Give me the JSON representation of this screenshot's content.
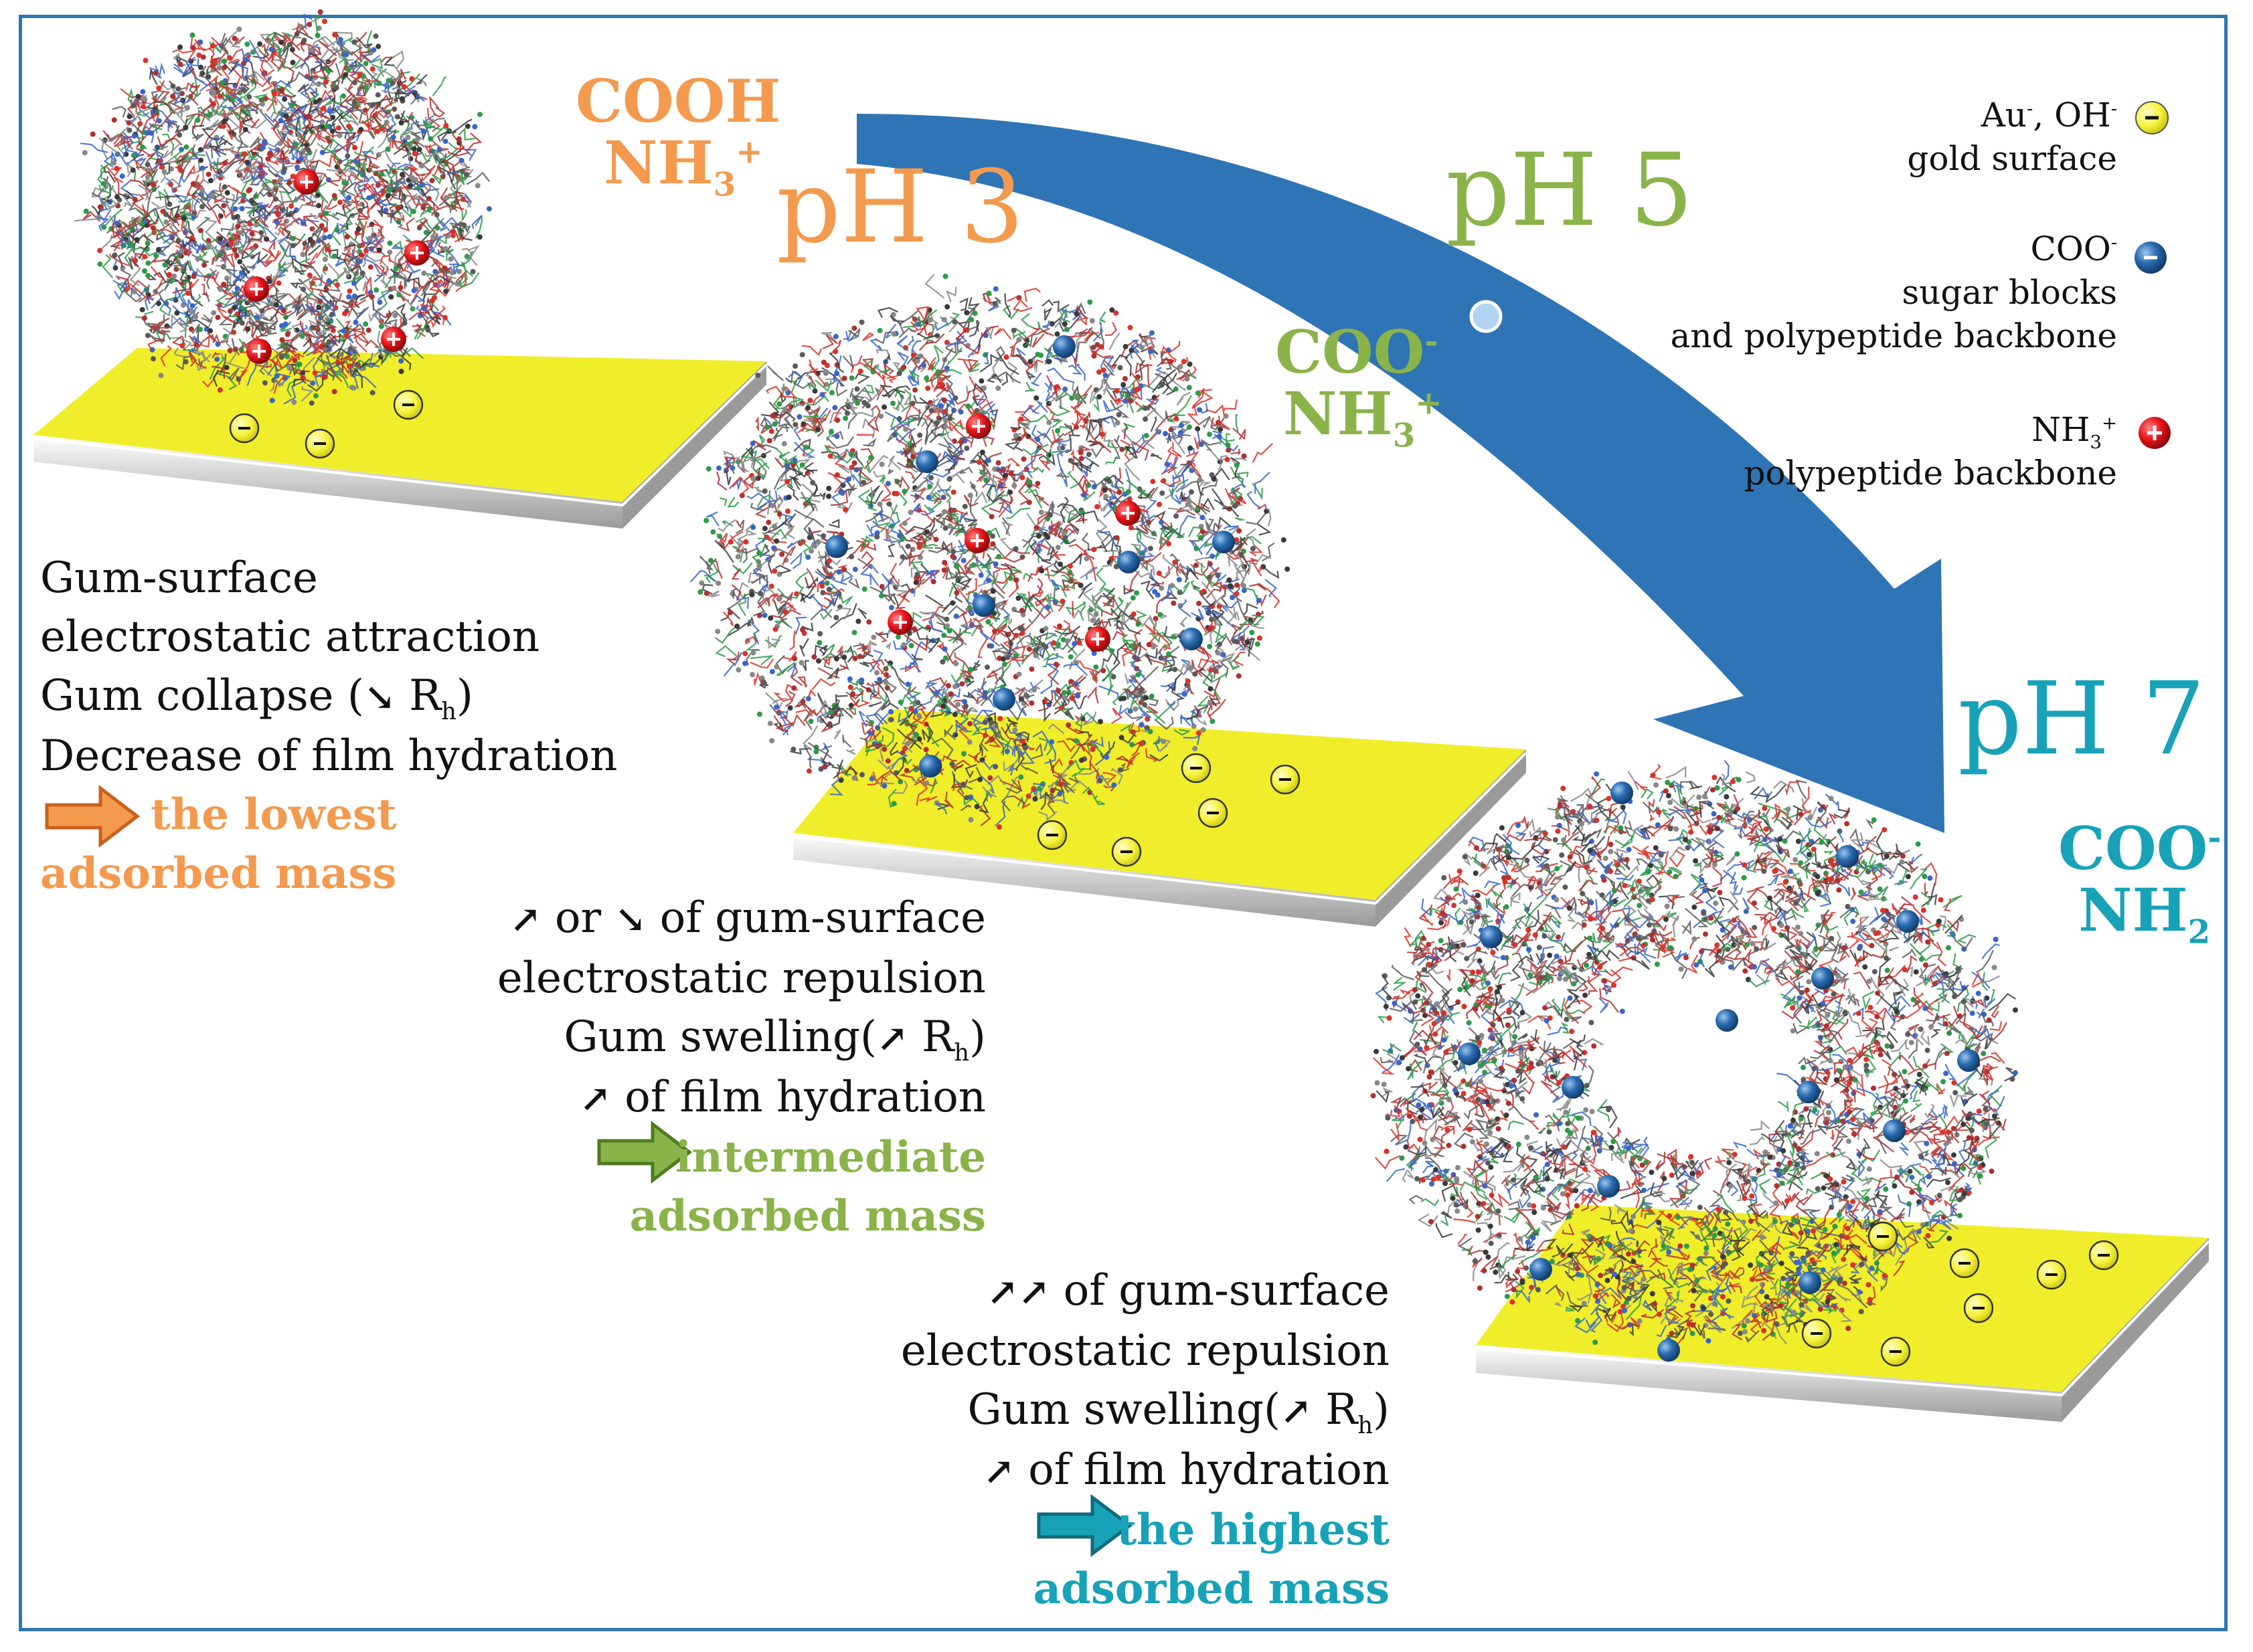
{
  "colors": {
    "frame": "#2e75b6",
    "ph3": "#f39a4f",
    "ph5": "#8ab34a",
    "ph7": "#17a2b8",
    "big_arrow": "#2f74b5",
    "gold": "#f0ee2a",
    "coo_charge": "#2b6cb0",
    "nh3_charge": "#e8141a"
  },
  "stages": {
    "ph3": {
      "label": "pH 3",
      "group1": "COOH",
      "group2_base": "NH",
      "group2_sub": "3",
      "group2_sup": "+"
    },
    "ph5": {
      "label": "pH 5",
      "group1_base": "COO",
      "group1_sup": "-",
      "group2_base": "NH",
      "group2_sub": "3",
      "group2_sup": "+"
    },
    "ph7": {
      "label": "pH 7",
      "group1_base": "COO",
      "group1_sup": "-",
      "group2_base": "NH",
      "group2_sub": "2"
    }
  },
  "legend": {
    "gold": {
      "line1_a": "Au",
      "line1_a_sup": "-",
      "line1_b": ", OH",
      "line1_b_sup": "-",
      "line2": "gold surface",
      "icon": "negative-charge-icon"
    },
    "coo": {
      "line1": "COO",
      "line1_sup": "-",
      "line2": "sugar blocks",
      "line3": "and polypeptide backbone",
      "icon": "blue-negative-charge-icon"
    },
    "nh3": {
      "line1": "NH",
      "line1_sub": "3",
      "line1_sup": "+",
      "line2": "polypeptide backbone",
      "icon": "red-positive-charge-icon"
    }
  },
  "descriptions": {
    "ph3": {
      "line1": "Gum-surface",
      "line2": "electrostatic attraction",
      "line3_a": "Gum collapse (",
      "line3_icon": "arrow-down-right-icon",
      "line3_r": " R",
      "line3_sub": "h",
      "line3_close": ")",
      "line4": "Decrease of film hydration",
      "mass1": "the lowest",
      "mass2": "adsorbed mass"
    },
    "ph5": {
      "line1_or": " or ",
      "line1_rest": " of gum-surface",
      "line2": "electrostatic repulsion",
      "line3_a": "Gum swelling(",
      "line3_r": " R",
      "line3_sub": "h",
      "line3_close": ")",
      "line4": " of film hydration",
      "mass1": "intermediate",
      "mass2": "adsorbed mass"
    },
    "ph7": {
      "line1_rest": " of gum-surface",
      "line2": "electrostatic repulsion",
      "line3_a": "Gum swelling(",
      "line3_r": " R",
      "line3_sub": "h",
      "line3_close": ")",
      "line4": " of film hydration",
      "mass1": "the highest",
      "mass2": "adsorbed mass"
    }
  }
}
